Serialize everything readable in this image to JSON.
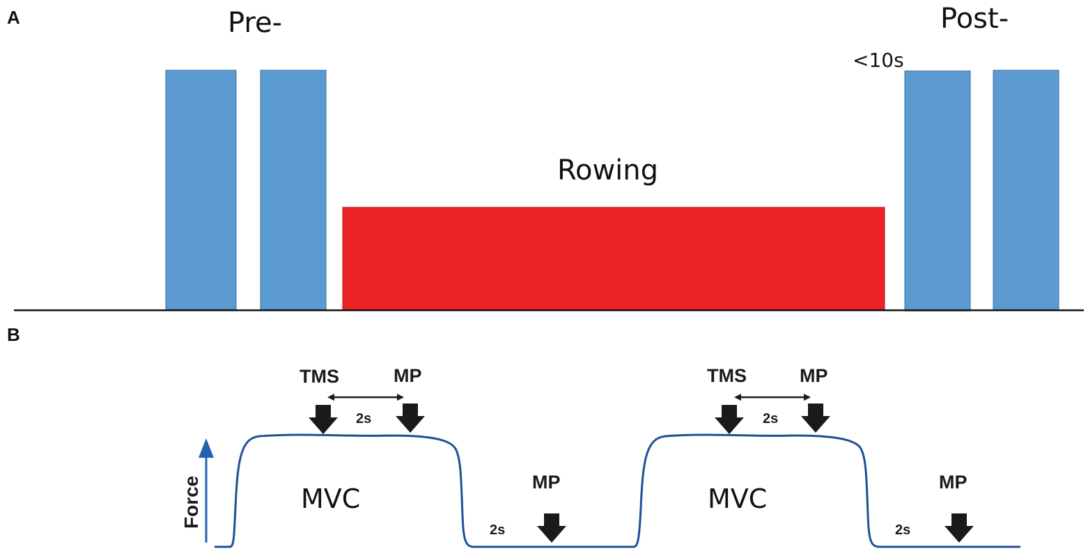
{
  "panel_a": {
    "letter": "A",
    "pre_label": "Pre-",
    "post_label": "Post-",
    "interval_label": "<10s",
    "rowing_label": "Rowing",
    "colors": {
      "test_block": "#5b9bd2",
      "rowing_block": "#ec2227",
      "baseline": "#111111"
    }
  },
  "panel_b": {
    "letter": "B",
    "axis_label": "Force",
    "cycles": [
      {
        "mvc_label": "MVC",
        "tms_label": "TMS",
        "mp_label": "MP",
        "interval_label": "2s",
        "rest_mp_label": "MP",
        "rest_interval_label": "2s"
      },
      {
        "mvc_label": "MVC",
        "tms_label": "TMS",
        "mp_label": "MP",
        "interval_label": "2s",
        "rest_mp_label": "MP",
        "rest_interval_label": "2s"
      }
    ],
    "colors": {
      "force_trace": "#1f4f96",
      "axis_arrow": "#1f63b0",
      "stim_arrow": "#1a1a1a"
    }
  }
}
